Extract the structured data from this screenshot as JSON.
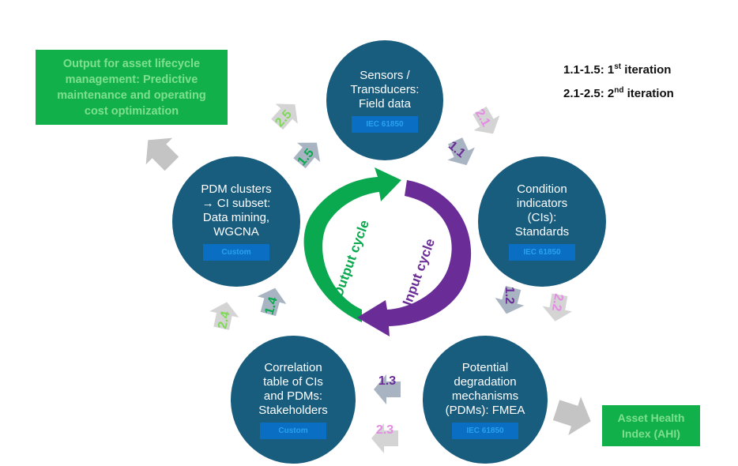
{
  "legend": {
    "line1_prefix": "1.1-1.5: 1",
    "line1_sup": "st",
    "line1_suffix": " iteration",
    "line2_prefix": "2.1-2.5: 2",
    "line2_sup": "nd",
    "line2_suffix": " iteration"
  },
  "nodes": [
    {
      "text": "Sensors /\nTransducers:\nField data",
      "tag": "IEC 61850"
    },
    {
      "text": "Condition\nindicators\n(CIs):\nStandards",
      "tag": "IEC 61850"
    },
    {
      "text": "Potential\ndegradation\nmechanisms\n(PDMs): FMEA",
      "tag": "IEC 61850"
    },
    {
      "text": "Correlation\ntable of CIs\nand PDMs:\nStakeholders",
      "tag": "Custom"
    },
    {
      "text": "PDM clusters\n→ CI subset:\nData mining,\nWGCNA",
      "tag": "Custom"
    }
  ],
  "outputs": {
    "lifecycle": "Output for asset lifecycle\nmanagement: Predictive\nmaintenance and operating\ncost optimization",
    "ahi": "Asset Health\nIndex (AHI)"
  },
  "cycles": {
    "output": "Output cycle",
    "input": "Input cycle"
  },
  "steps": {
    "s1_1": "1.1",
    "s1_2": "1.2",
    "s1_3": "1.3",
    "s1_4": "1.4",
    "s1_5": "1.5",
    "s2_1": "2.1",
    "s2_2": "2.2",
    "s2_3": "2.3",
    "s2_4": "2.4",
    "s2_5": "2.5"
  },
  "colors": {
    "node": "#185c7e",
    "tag_bg": "#0a6fc2",
    "output_green": "#11b04b",
    "output_cycle": "#0aa84f",
    "input_cycle": "#6a2c96",
    "iter1_arrow": "#a9b4c2",
    "iter2_arrow": "#d4d4d4"
  }
}
